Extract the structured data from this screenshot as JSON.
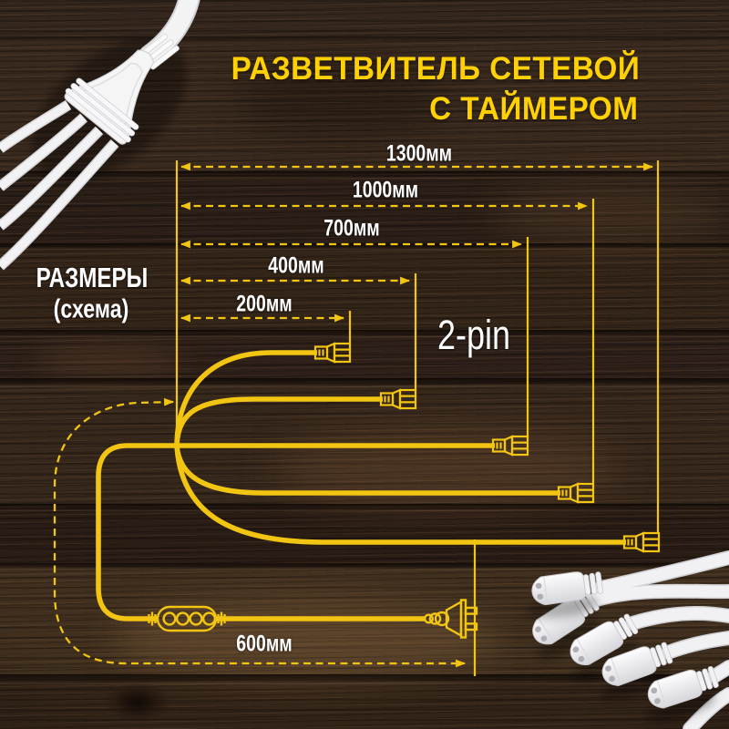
{
  "product_title": {
    "line1": "РАЗВЕТВИТЕЛЬ СЕТЕВОЙ",
    "line2": "С ТАЙМЕРОМ"
  },
  "size_block": {
    "heading": "РАЗМЕРЫ",
    "subheading": "(схема)"
  },
  "plug_type_label": "2-pin",
  "measurements": {
    "branch_lengths": [
      {
        "label": "1300мм",
        "value_mm": 1300
      },
      {
        "label": "1000мм",
        "value_mm": 1000
      },
      {
        "label": "700мм",
        "value_mm": 700
      },
      {
        "label": "400мм",
        "value_mm": 400
      },
      {
        "label": "200мм",
        "value_mm": 200
      }
    ],
    "timer_branch": {
      "label": "600мм",
      "value_mm": 600
    }
  },
  "diagram": {
    "outputs_count": 5,
    "icons": [
      "splitter-photo",
      "output-connector-icon",
      "timer-icon",
      "two-pin-plug-icon",
      "white-connectors-photo"
    ],
    "colors": {
      "line_yellow": "#f2c513",
      "title_yellow": "#ffd103",
      "label_white": "#ffffff",
      "wood_dark": "#2c2017"
    }
  }
}
